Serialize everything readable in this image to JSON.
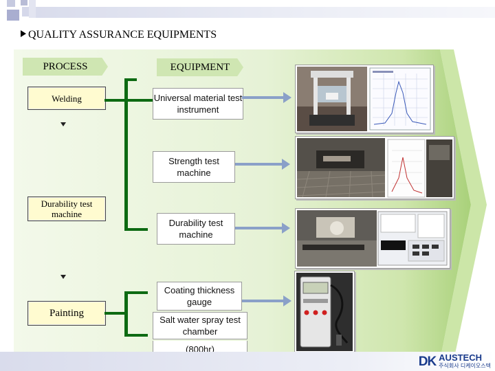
{
  "title": "QUALITY ASSURANCE EQUIPMENTS",
  "headers": {
    "process": "PROCESS",
    "equipment": "EQUIPMENT"
  },
  "process_steps": [
    {
      "label": "Welding"
    },
    {
      "label": "Durability test machine"
    },
    {
      "label": "Painting"
    }
  ],
  "equipment": [
    {
      "label": "Universal material test instrument"
    },
    {
      "label": "Strength test machine"
    },
    {
      "label": "Durability test machine"
    },
    {
      "label": "Coating thickness gauge"
    },
    {
      "label": "Salt water spray test chamber"
    },
    {
      "label": "(800hr)"
    }
  ],
  "photos": [
    {
      "icon": "universal-test-machine-photo"
    },
    {
      "icon": "strength-test-machine-photo"
    },
    {
      "icon": "durability-test-machine-photo"
    },
    {
      "icon": "coating-thickness-gauge-photo"
    }
  ],
  "logo": {
    "mark": "DK",
    "name": "AUSTECH",
    "sub": "주식회사 디케이오스텍"
  },
  "colors": {
    "green_dark": "#0d6a12",
    "green_light": "#cfe6b2",
    "process_box": "#fffbd0",
    "arrow": "#8aa0c8"
  }
}
